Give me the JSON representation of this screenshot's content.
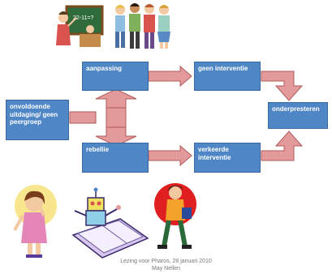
{
  "diagram": {
    "boxes": {
      "cause": "onvoldoende uitdaging/ geen peergroep",
      "adaptation": "aanpassing",
      "rebellion": "rebellie",
      "no_intervention": "geen interventie",
      "wrong_intervention": "verkeerde interventie",
      "underachievement": "onderpresteren"
    },
    "colors": {
      "box_fill": "#4f86c6",
      "box_border": "#3b6aa3",
      "arrow_fill": "#e39a9a",
      "arrow_border": "#b35a5a"
    }
  },
  "footer": {
    "line1": "Lezing voor Pharos, 28 januari 2010",
    "line2": "May Nellen"
  },
  "illustrations": [
    "teacher-at-blackboard-clipart",
    "group-of-students-clipart",
    "girl-thinking-clipart",
    "robot-with-book-clipart",
    "boy-walking-clipart"
  ]
}
